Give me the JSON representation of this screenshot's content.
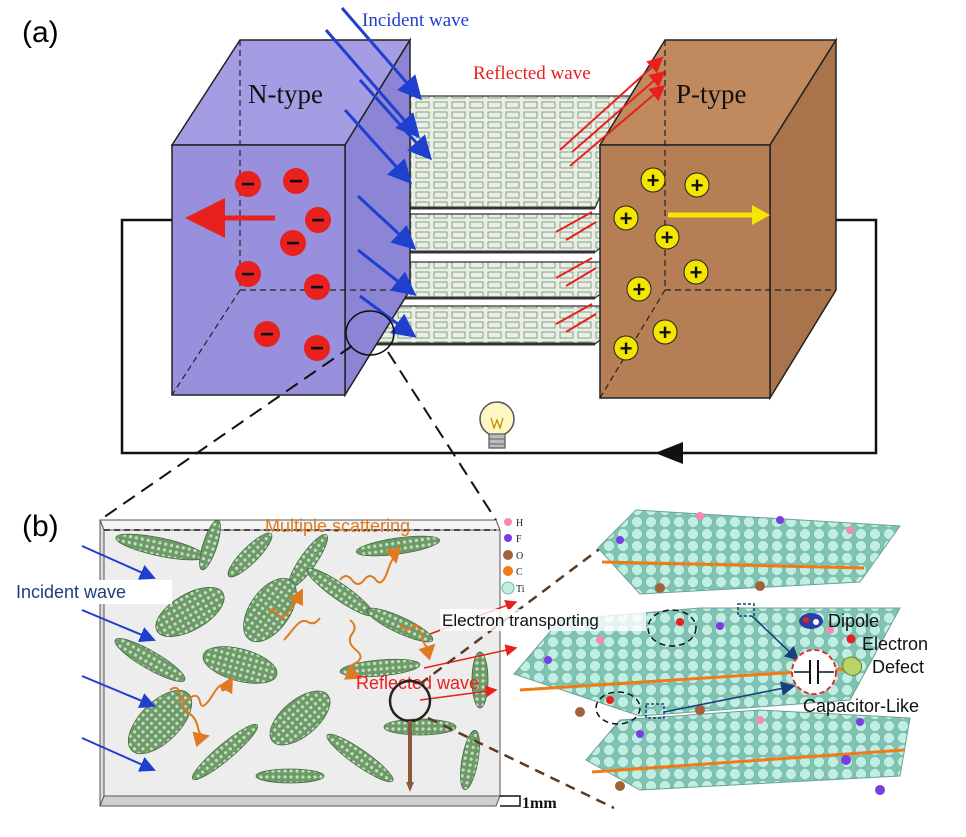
{
  "panel_a": {
    "label": "(a)",
    "n_type": "N-type",
    "p_type": "P-type",
    "incident_wave": "Incident wave",
    "reflected_wave": "Reflected wave",
    "minus_sign": "−",
    "plus_sign": "+",
    "colors": {
      "n_block": "#9890dd",
      "p_block": "#b57e55",
      "incident": "#1f3fcf",
      "reflected": "#e8201e"
    }
  },
  "panel_b": {
    "label": "(b)",
    "multiple_scattering": "Multiple scattering",
    "incident_wave": "Incident wave",
    "reflected_wave": "Reflected wave",
    "scale": "1mm",
    "electron_transporting": "Electron transporting",
    "legend_elements": [
      "H",
      "F",
      "O",
      "C",
      "Ti"
    ],
    "legend_right": {
      "dipole": "Dipole",
      "electron": "Electron",
      "defect": "Defect",
      "capacitor": "Capacitor-Like"
    },
    "colors": {
      "flake": "#5f8a5a",
      "scatter": "#e07a20",
      "sphere": "#a9e2d4"
    }
  }
}
